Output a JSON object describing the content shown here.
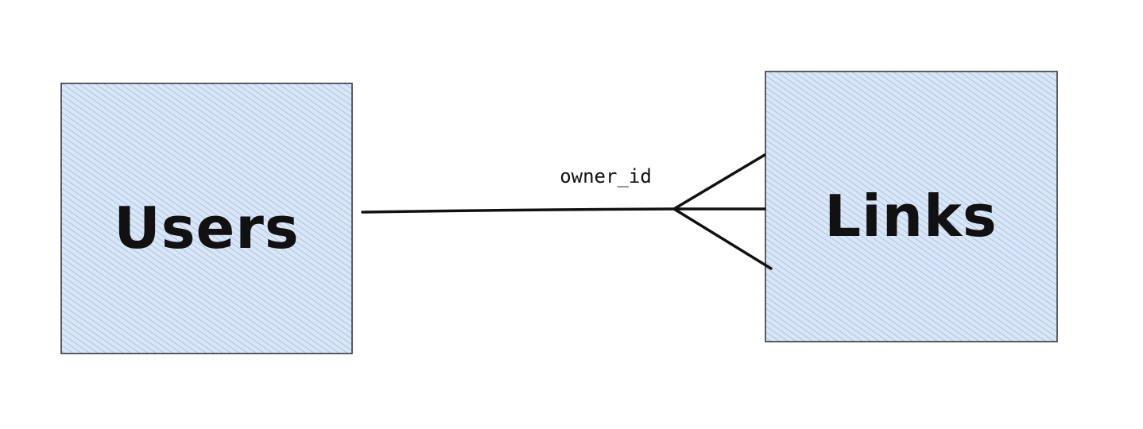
{
  "diagram": {
    "type": "entity-relationship",
    "entities": [
      {
        "id": "users",
        "label": "Users"
      },
      {
        "id": "links",
        "label": "Links"
      }
    ],
    "relationship": {
      "from": "users",
      "to": "links",
      "label": "owner_id",
      "cardinality_from": "one",
      "cardinality_to": "many"
    }
  },
  "colors": {
    "entity_fill": "#dbe7f6",
    "entity_hatch": "#a9c6ec",
    "stroke": "#111111"
  }
}
